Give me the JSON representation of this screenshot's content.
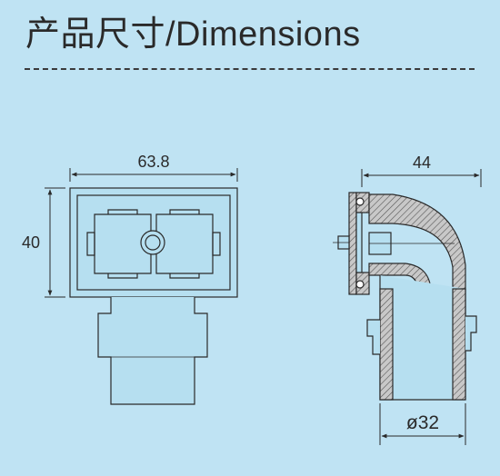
{
  "title": "产品尺寸/Dimensions",
  "dimensions": {
    "width": "63.8",
    "height": "40",
    "depth": "44",
    "diameter": "ø32"
  }
}
